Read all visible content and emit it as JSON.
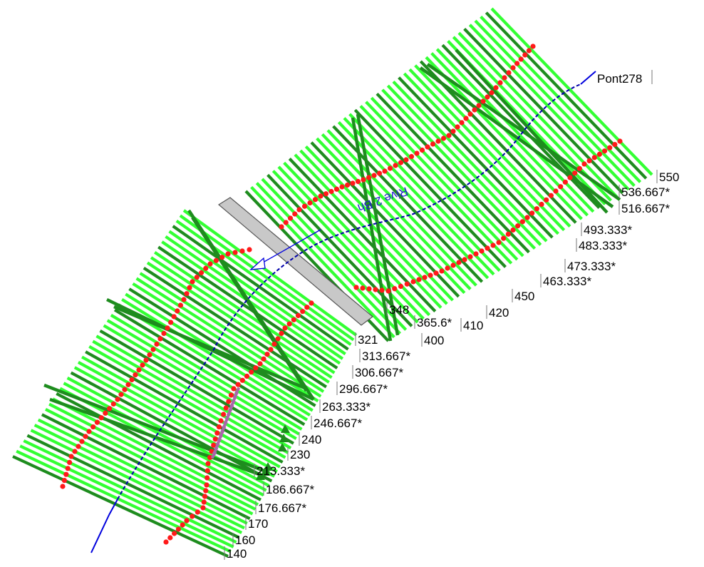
{
  "bridge": {
    "label": "Pont278"
  },
  "river": {
    "reach_label": "Rive 2 Bh"
  },
  "colors": {
    "section_dark": "#1e8c1e",
    "section_light": "#33ff33",
    "bank_points": "#ff1a1a",
    "river": "#0000dd",
    "bridge": "#c8c8c8",
    "ineffective": "#aa66aa"
  },
  "stations": [
    "140",
    "160",
    "170",
    "176.667*",
    "186.667*",
    "213.333*",
    "230",
    "240",
    "246.667*",
    "263.333*",
    "296.667*",
    "306.667*",
    "313.667*",
    "321",
    "348",
    "365.6*",
    "400",
    "410",
    "420",
    "450",
    "463.333*",
    "473.333*",
    "483.333*",
    "493.333*",
    "516.667*",
    "536.667*",
    "550"
  ]
}
